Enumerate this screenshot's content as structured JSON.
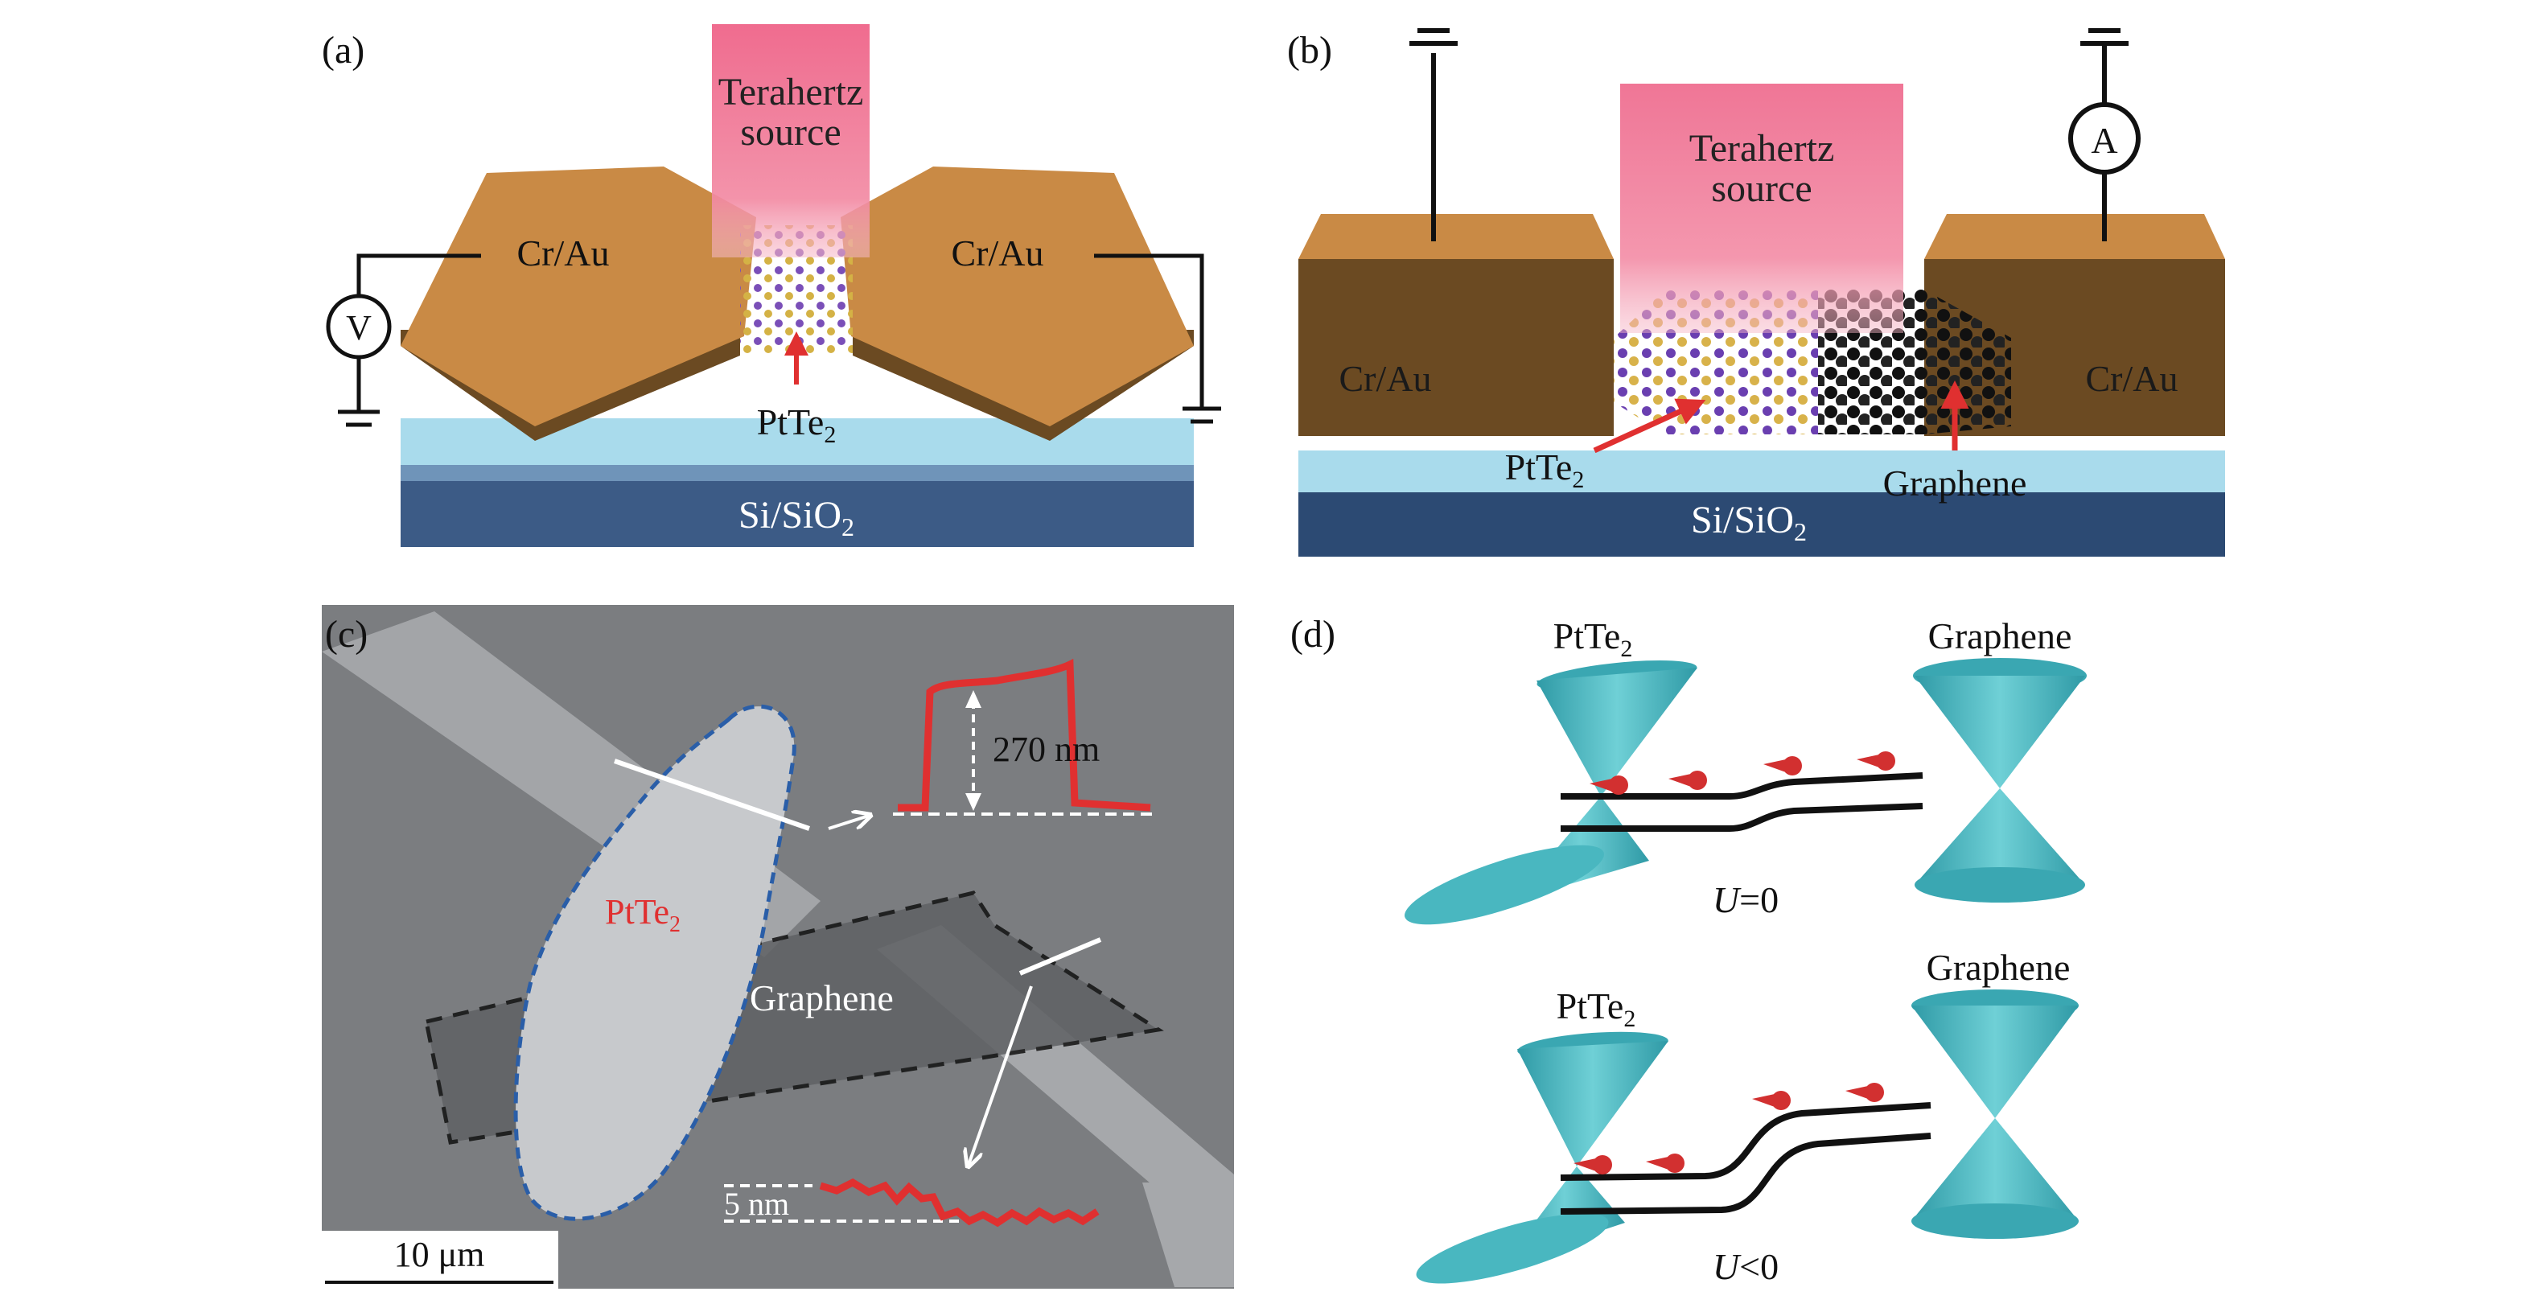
{
  "panels": {
    "a": {
      "label": "(a)",
      "source_line1": "Terahertz",
      "source_line2": "source",
      "electrode_left": "Cr/Au",
      "electrode_right": "Cr/Au",
      "voltmeter": "V",
      "material_base": "PtTe",
      "material_sub": "2",
      "substrate_base": "Si/SiO",
      "substrate_sub": "2"
    },
    "b": {
      "label": "(b)",
      "source_line1": "Terahertz",
      "source_line2": "source",
      "ammeter": "A",
      "electrode_left": "Cr/Au",
      "electrode_right": "Cr/Au",
      "material_base": "PtTe",
      "material_sub": "2",
      "graphene": "Graphene",
      "substrate_base": "Si/SiO",
      "substrate_sub": "2"
    },
    "c": {
      "label": "(c)",
      "height_label": "270 nm",
      "material_base": "PtTe",
      "material_sub": "2",
      "graphene": "Graphene",
      "thin_label": "5 nm",
      "scalebar": "10 μm"
    },
    "d": {
      "label": "(d)",
      "top_left_base": "PtTe",
      "top_left_sub": "2",
      "top_right": "Graphene",
      "top_condition_var": "U",
      "top_condition_rest": "=0",
      "bottom_left_base": "PtTe",
      "bottom_left_sub": "2",
      "bottom_right": "Graphene",
      "bottom_condition_var": "U",
      "bottom_condition_rest": "<0"
    }
  },
  "colors": {
    "gold_top": "#c98a45",
    "gold_side": "#6b4a22",
    "thz_pink": "#ee6f8f",
    "oxide": "#a9dbec",
    "silicon": "#3c5b86",
    "arrow_red": "#e03030",
    "sem_gray": "#7b7d80",
    "cone_teal": "#49b7c0",
    "dash_blue": "#2a5ea8"
  }
}
